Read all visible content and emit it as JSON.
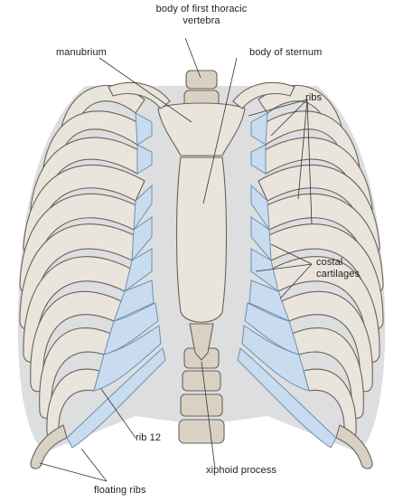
{
  "labels": {
    "vertebra_line1": "body of first thoracic",
    "vertebra_line2": "vertebra",
    "manubrium": "manubrium",
    "body_of_sternum": "body of sternum",
    "ribs": "ribs",
    "costal_line1": "costal",
    "costal_line2": "cartilages",
    "rib12": "rib 12",
    "xiphoid": "xiphoid process",
    "floating": "floating ribs"
  },
  "colors": {
    "bone": "#e9e5dc",
    "cartilage": "#c9dcef",
    "outline": "#6b6257"
  }
}
